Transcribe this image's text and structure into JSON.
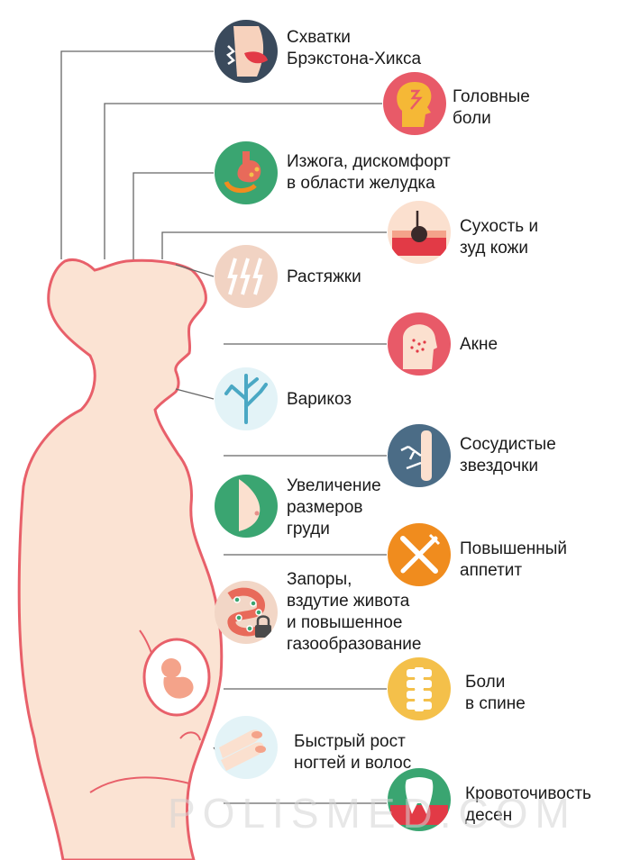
{
  "watermark": "POLISMED.COM",
  "colors": {
    "body_fill": "#fbe3d3",
    "body_outline": "#e8606a",
    "line": "#666666"
  },
  "symptoms": [
    {
      "id": "braxton-hicks",
      "label": "Схватки\nБрэкстона-Хикса",
      "icon": "contraction-icon",
      "color": "#3a4a5c"
    },
    {
      "id": "headache",
      "label": "Головные\nболи",
      "icon": "headache-icon",
      "color": "#e85a68"
    },
    {
      "id": "heartburn",
      "label": "Изжога, дискомфорт\nв области желудка",
      "icon": "stomach-icon",
      "color": "#3aa571"
    },
    {
      "id": "dry-skin",
      "label": "Сухость и\nзуд кожи",
      "icon": "skin-icon",
      "color": "#fbe0cf"
    },
    {
      "id": "stretch-marks",
      "label": "Растяжки",
      "icon": "stretch-marks-icon",
      "color": "#f1d3c3"
    },
    {
      "id": "acne",
      "label": "Акне",
      "icon": "acne-face-icon",
      "color": "#e85a68"
    },
    {
      "id": "varicose",
      "label": "Варикоз",
      "icon": "vein-icon",
      "color": "#e3f3f7"
    },
    {
      "id": "spider-veins",
      "label": "Сосудистые\nзвездочки",
      "icon": "spider-vein-icon",
      "color": "#4b6c86"
    },
    {
      "id": "breast",
      "label": "Увеличение\nразмеров\nгруди",
      "icon": "breast-icon",
      "color": "#3aa571"
    },
    {
      "id": "appetite",
      "label": "Повышенный\nаппетит",
      "icon": "fork-knife-icon",
      "color": "#f08c1e"
    },
    {
      "id": "constipation",
      "label": "Запоры,\nвздутие живота\nи повышенное\nгазообразование",
      "icon": "intestine-lock-icon",
      "color": "#f2d6c6"
    },
    {
      "id": "back-pain",
      "label": "Боли\nв спине",
      "icon": "spine-icon",
      "color": "#f4c04a"
    },
    {
      "id": "nails-hair",
      "label": "Быстрый рост\nногтей и волос",
      "icon": "nails-icon",
      "color": "#e3f3f7"
    },
    {
      "id": "gums",
      "label": "Кровоточивость\nдесен",
      "icon": "tooth-icon",
      "color": "#3aa571"
    }
  ]
}
